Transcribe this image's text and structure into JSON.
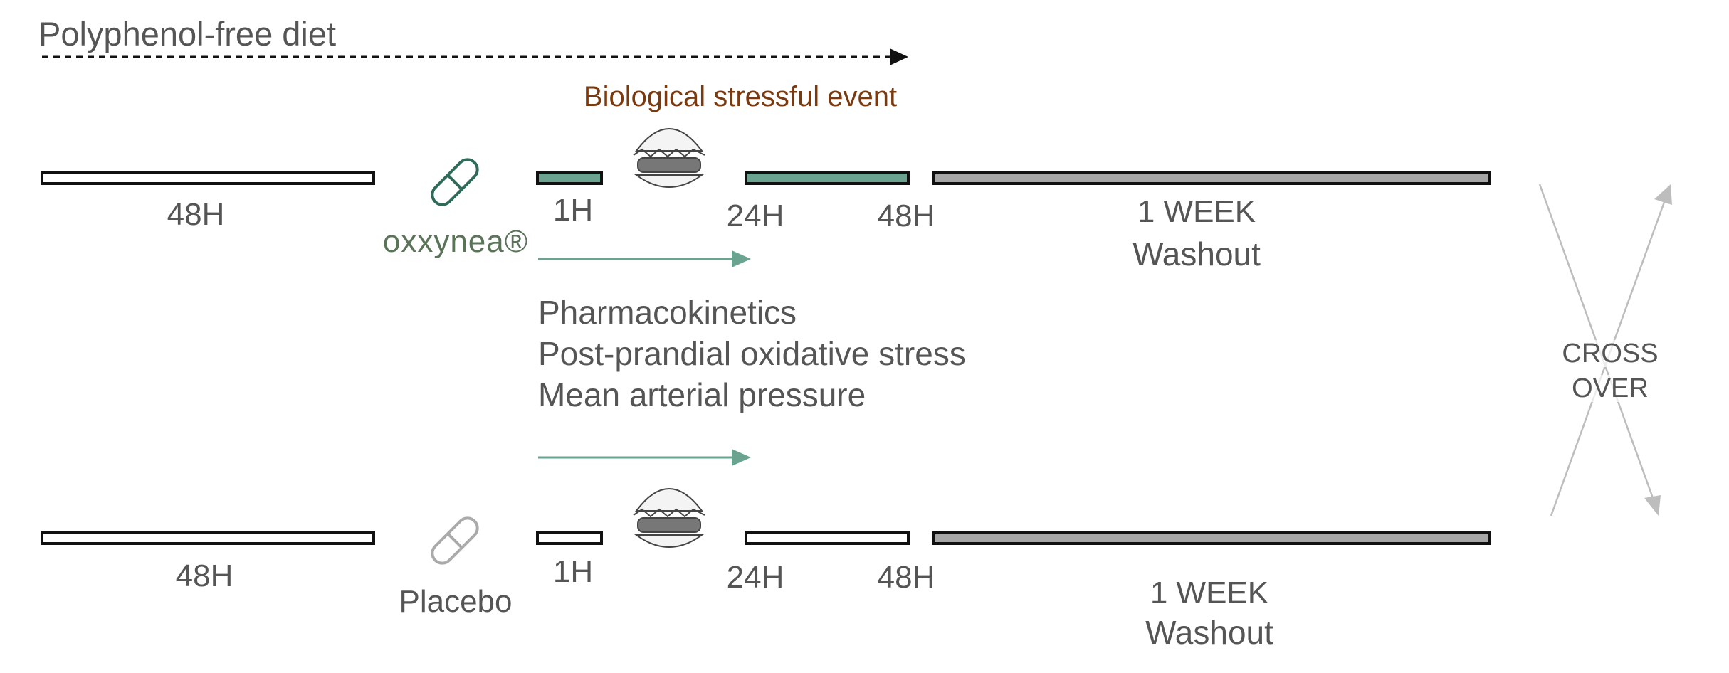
{
  "header": {
    "diet_label": "Polyphenol-free diet",
    "event_label": "Biological stressful event"
  },
  "arms": [
    {
      "name": "oxxynea",
      "product_label": "oxxynea®",
      "run_in": "48H",
      "t1": "1H",
      "t2": "24H",
      "t3": "48H",
      "washout_duration": "1 WEEK",
      "washout_label": "Washout"
    },
    {
      "name": "placebo",
      "product_label": "Placebo",
      "run_in": "48H",
      "t1": "1H",
      "t2": "24H",
      "t3": "48H",
      "washout_duration": "1 WEEK",
      "washout_label": "Washout"
    }
  ],
  "outcomes": [
    "Pharmacokinetics",
    "Post-prandial oxidative stress",
    "Mean arterial pressure"
  ],
  "crossover": {
    "line1": "CROSS",
    "line2": "OVER"
  },
  "colors": {
    "green": "#6aa38f",
    "grey": "#a6a6a6",
    "event": "#7a3a10",
    "text": "#555555"
  }
}
